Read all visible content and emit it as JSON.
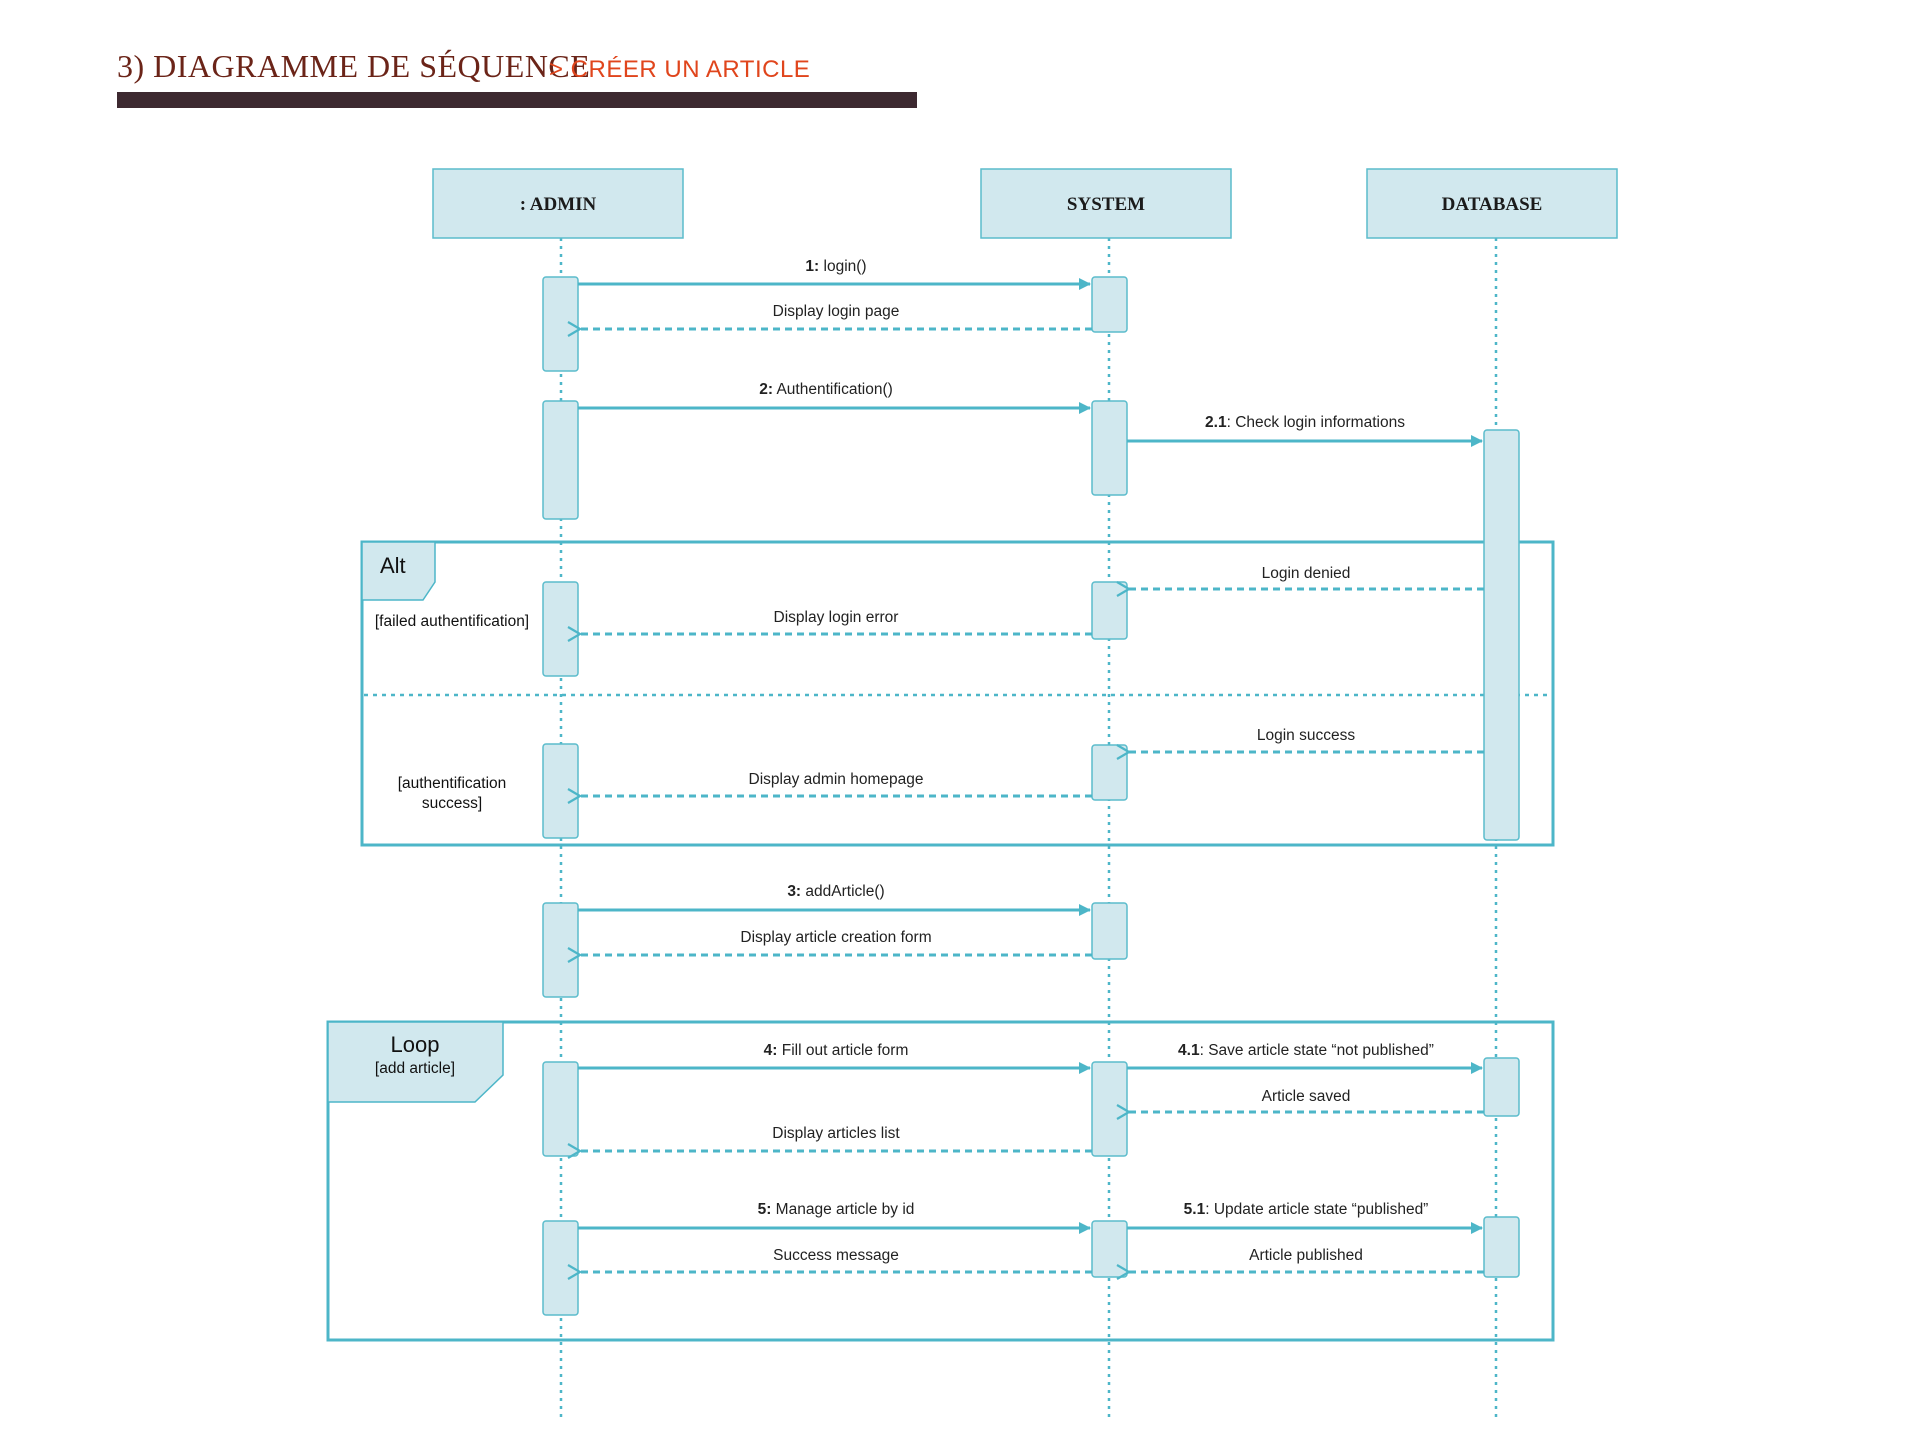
{
  "header": {
    "title": "3) DIAGRAMME DE SÉQUENCE",
    "subtitle": "> CRÉER UN ARTICLE"
  },
  "colors": {
    "title": "#6b2418",
    "subtitle": "#e0451c",
    "bar": "#3d2930",
    "box_fill": "#d1e8ee",
    "box_stroke": "#5bbccc",
    "line": "#4db6c8"
  },
  "actors": [
    {
      "label": ": ADMIN"
    },
    {
      "label": "SYSTEM"
    },
    {
      "label": "DATABASE"
    }
  ],
  "messages": [
    {
      "num": "1:",
      "text": " login()"
    },
    {
      "num": "",
      "text": "Display login page"
    },
    {
      "num": "2:",
      "text": " Authentification()"
    },
    {
      "num": "2.1",
      "text": ": Check login informations"
    },
    {
      "num": "",
      "text": "Login denied"
    },
    {
      "num": "",
      "text": "Display login error"
    },
    {
      "num": "",
      "text": "Login success"
    },
    {
      "num": "",
      "text": "Display admin homepage"
    },
    {
      "num": "3:",
      "text": " addArticle()"
    },
    {
      "num": "",
      "text": "Display article creation form"
    },
    {
      "num": "4:",
      "text": " Fill out article form"
    },
    {
      "num": "4.1",
      "text": ": Save article state “not published”"
    },
    {
      "num": "",
      "text": "Article saved"
    },
    {
      "num": "",
      "text": "Display articles list"
    },
    {
      "num": "5:",
      "text": " Manage article by id"
    },
    {
      "num": "5.1",
      "text": ": Update article state “published”"
    },
    {
      "num": "",
      "text": "Success message"
    },
    {
      "num": "",
      "text": "Article published"
    }
  ],
  "frames": {
    "alt": {
      "tag": "Alt",
      "guard1": "[failed authentification]",
      "guard2_line1": "[authentification",
      "guard2_line2": "success]"
    },
    "loop": {
      "tag": "Loop",
      "guard": "[add article]"
    }
  }
}
